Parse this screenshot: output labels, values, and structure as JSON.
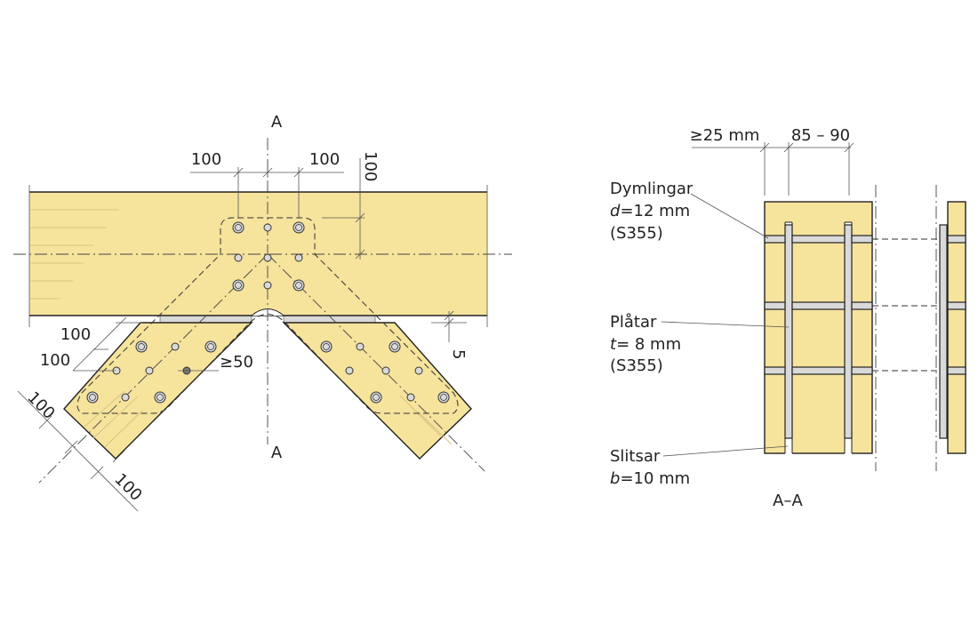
{
  "section_marks": {
    "top": "A",
    "bottom": "A",
    "section_title": "A–A"
  },
  "dimensions": {
    "top_left": "100",
    "top_right": "100",
    "vertical_right": "100",
    "member_upper": "100",
    "member_lower": "100",
    "edge_min": "≥50",
    "gap": "5",
    "end_upper": "100",
    "end_lower": "100",
    "section_edge": "≥25 mm",
    "section_spacing": "85 – 90"
  },
  "labels": {
    "dowels": {
      "name": "Dymlingar",
      "var": "d",
      "value": "=12 mm",
      "grade": "(S355)"
    },
    "plates": {
      "name": "Plåtar",
      "var": "t",
      "value": "= 8 mm",
      "grade": "(S355)"
    },
    "slots": {
      "name": "Slitsar",
      "var": "b",
      "value": "=10 mm"
    }
  },
  "colors": {
    "timber": "#f6e39c",
    "steel": "#d9d9d9"
  }
}
